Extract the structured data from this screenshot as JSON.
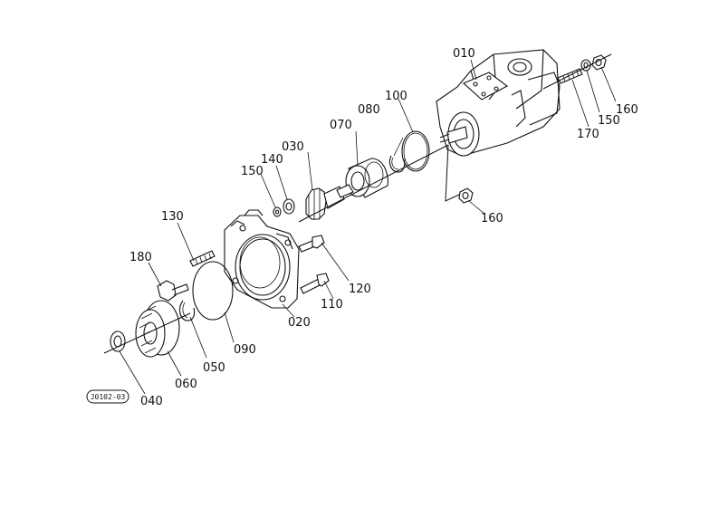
{
  "diagram": {
    "reference_code": "J0102-03",
    "callouts": [
      {
        "id": "010",
        "text": "010"
      },
      {
        "id": "020",
        "text": "020"
      },
      {
        "id": "030",
        "text": "030"
      },
      {
        "id": "040",
        "text": "040"
      },
      {
        "id": "050",
        "text": "050"
      },
      {
        "id": "060",
        "text": "060"
      },
      {
        "id": "070",
        "text": "070"
      },
      {
        "id": "080",
        "text": "080"
      },
      {
        "id": "090",
        "text": "090"
      },
      {
        "id": "100",
        "text": "100"
      },
      {
        "id": "110",
        "text": "110"
      },
      {
        "id": "120",
        "text": "120"
      },
      {
        "id": "130",
        "text": "130"
      },
      {
        "id": "140",
        "text": "140"
      },
      {
        "id": "150a",
        "text": "150"
      },
      {
        "id": "150b",
        "text": "150"
      },
      {
        "id": "160a",
        "text": "160"
      },
      {
        "id": "160b",
        "text": "160"
      },
      {
        "id": "170",
        "text": "170"
      },
      {
        "id": "180",
        "text": "180"
      }
    ]
  }
}
